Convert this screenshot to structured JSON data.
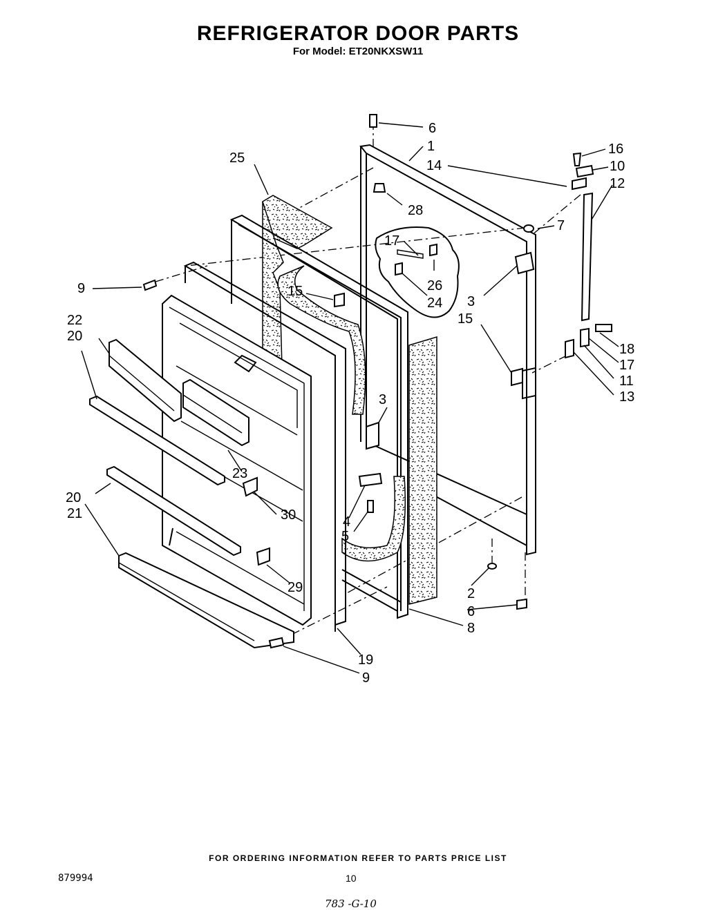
{
  "header": {
    "title": "REFRIGERATOR DOOR PARTS",
    "subtitle": "For Model: ET20NKXSW11"
  },
  "callouts": {
    "c1": "1",
    "c2": "2",
    "c3a": "3",
    "c3b": "3",
    "c4": "4",
    "c5": "5",
    "c6a": "6",
    "c6b": "6",
    "c7": "7",
    "c8": "8",
    "c9a": "9",
    "c9b": "9",
    "c10": "10",
    "c11": "11",
    "c12": "12",
    "c13": "13",
    "c14": "14",
    "c15a": "15",
    "c15b": "15",
    "c16": "16",
    "c17a": "17",
    "c17b": "17",
    "c18": "18",
    "c19": "19",
    "c20a": "20",
    "c20b": "20",
    "c21": "21",
    "c22": "22",
    "c23": "23",
    "c24": "24",
    "c25": "25",
    "c26": "26",
    "c28": "28",
    "c29": "29",
    "c30": "30"
  },
  "footer": {
    "ordering_note": "FOR ORDERING INFORMATION REFER TO PARTS PRICE LIST",
    "doc_number": "879994",
    "page_number": "10",
    "handwritten": "783 -G-10"
  }
}
